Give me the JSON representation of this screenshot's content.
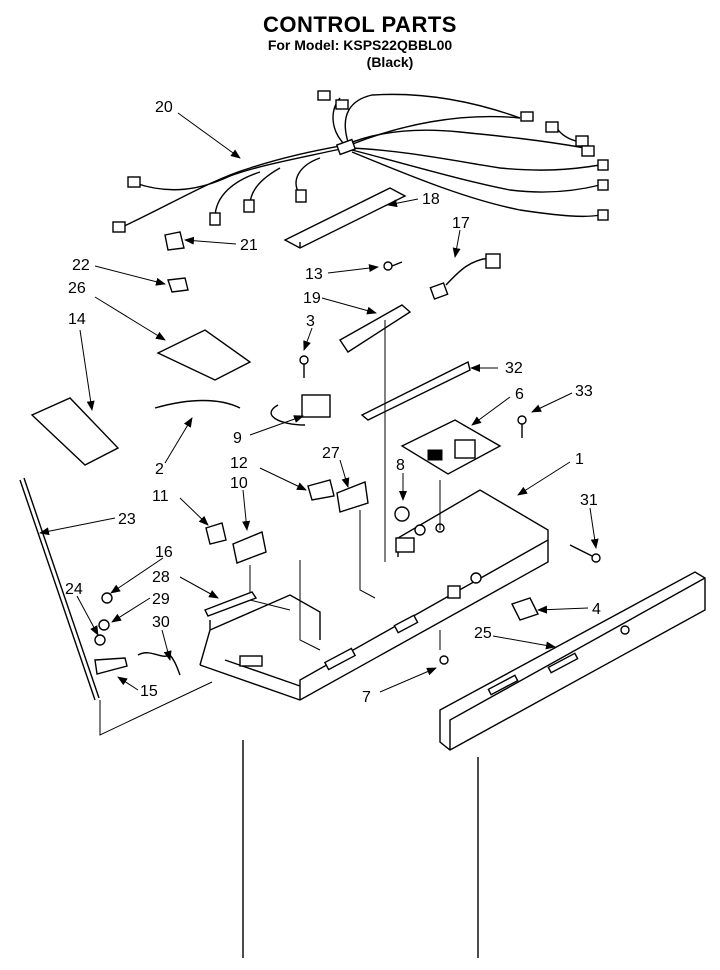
{
  "header": {
    "title": "CONTROL PARTS",
    "model": "For Model: KSPS22QBBL00",
    "color": "(Black)"
  },
  "callouts": [
    "1",
    "2",
    "3",
    "4",
    "6",
    "7",
    "8",
    "9",
    "10",
    "11",
    "12",
    "13",
    "14",
    "15",
    "16",
    "17",
    "18",
    "19",
    "20",
    "21",
    "22",
    "23",
    "24",
    "25",
    "26",
    "27",
    "28",
    "29",
    "30",
    "31",
    "32",
    "33"
  ]
}
